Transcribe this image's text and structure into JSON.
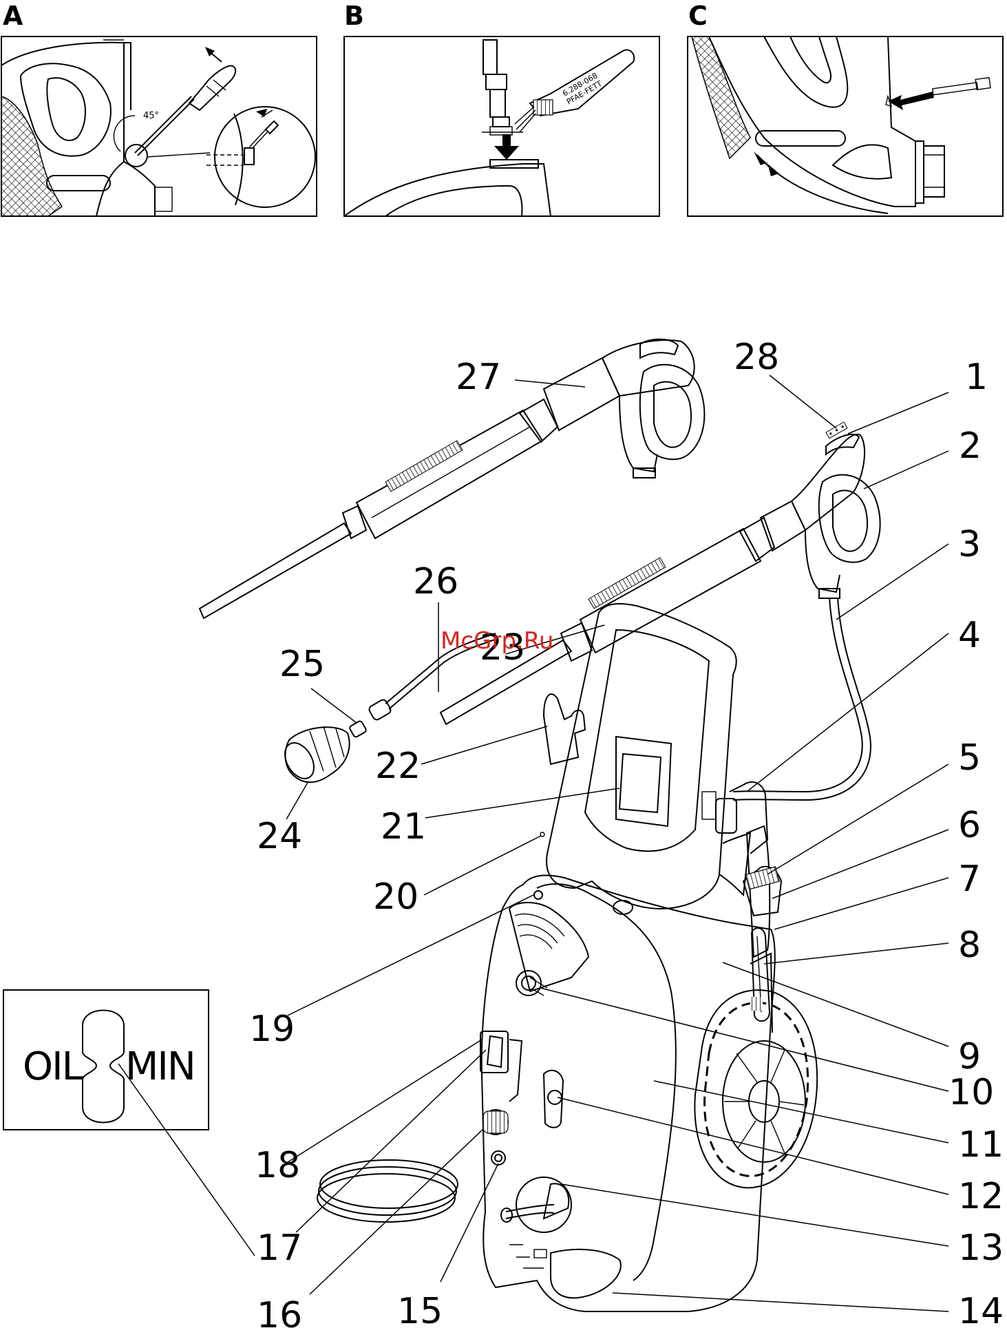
{
  "panels": {
    "a": {
      "letter": "A",
      "angle": "45°"
    },
    "b": {
      "letter": "B",
      "label_line1": "6.288-068",
      "label_line2": "PFAE-FETT"
    },
    "c": {
      "letter": "C"
    }
  },
  "oil_label": {
    "left": "OIL",
    "right": "MIN"
  },
  "watermark": "McGrp.Ru",
  "callouts": [
    "1",
    "2",
    "3",
    "4",
    "5",
    "6",
    "7",
    "8",
    "9",
    "10",
    "11",
    "12",
    "13",
    "14",
    "15",
    "16",
    "17",
    "18",
    "19",
    "20",
    "21",
    "22",
    "23",
    "24",
    "25",
    "26",
    "27",
    "28"
  ]
}
